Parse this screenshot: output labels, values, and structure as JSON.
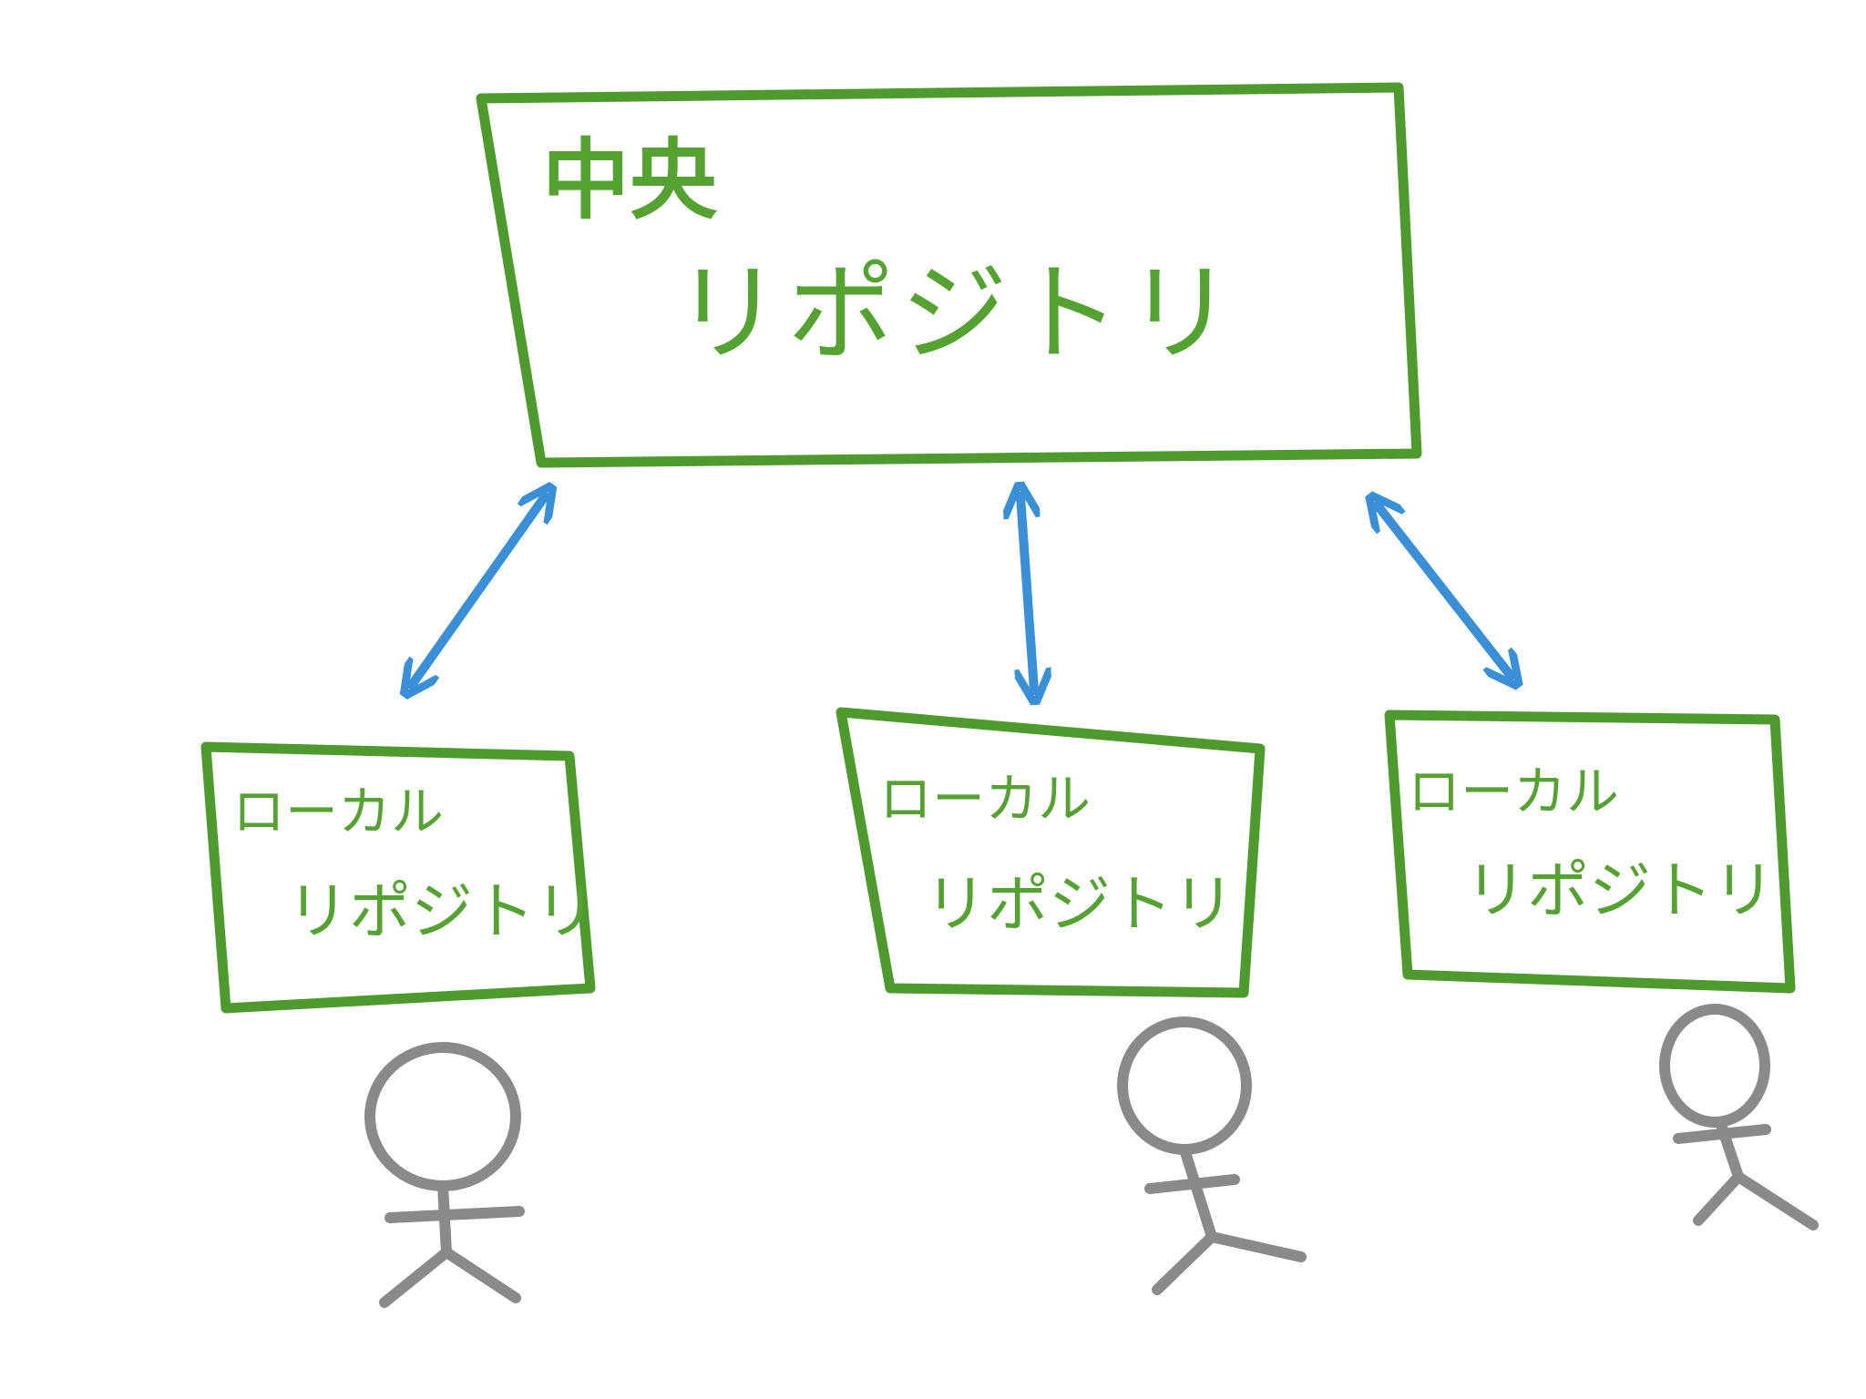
{
  "central_repository": {
    "line1": "中央",
    "line2": "リポジトリ"
  },
  "local_repositories": [
    {
      "line1": "ローカル",
      "line2": "リポジトリ"
    },
    {
      "line1": "ローカル",
      "line2": "リポジトリ"
    },
    {
      "line1": "ローカル",
      "line2": "リポジトリ"
    }
  ],
  "users": [
    "person-icon",
    "person-icon",
    "person-icon"
  ],
  "colors": {
    "box_stroke": "#4e9a2f",
    "text": "#55a233",
    "arrow": "#3a8fd6",
    "person": "#8a8a8a",
    "background": "#ffffff"
  }
}
